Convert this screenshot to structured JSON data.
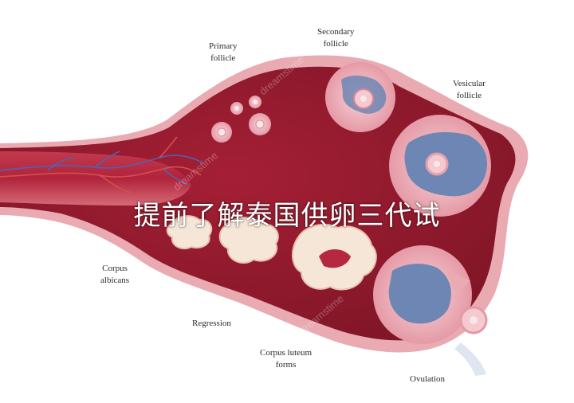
{
  "labels": {
    "primary": [
      "Primary",
      "follicle"
    ],
    "secondary": [
      "Secondary",
      "follicle"
    ],
    "vesicular": [
      "Vesicular",
      "follicle"
    ],
    "corpus_albicans": [
      "Corpus",
      "albicans"
    ],
    "regression": "Regression",
    "corpus_luteum": [
      "Corpus luteum",
      "forms"
    ],
    "ovulation": "Ovulation"
  },
  "overlay_title": "提前了解泰国供卵三代试",
  "watermark": "dreamstime",
  "colors": {
    "ovary_outer": "#e7a8b0",
    "ovary_body": "#b5283f",
    "ovary_dark": "#8e1b2e",
    "follicle_fill": "#f0b9c2",
    "antrum_blue": "#6e86b4",
    "oocyte": "#f4c9cf",
    "scar_cream": "#f6e6d8",
    "vessel_blue": "#4f63b0",
    "vessel_red": "#d4504e"
  }
}
